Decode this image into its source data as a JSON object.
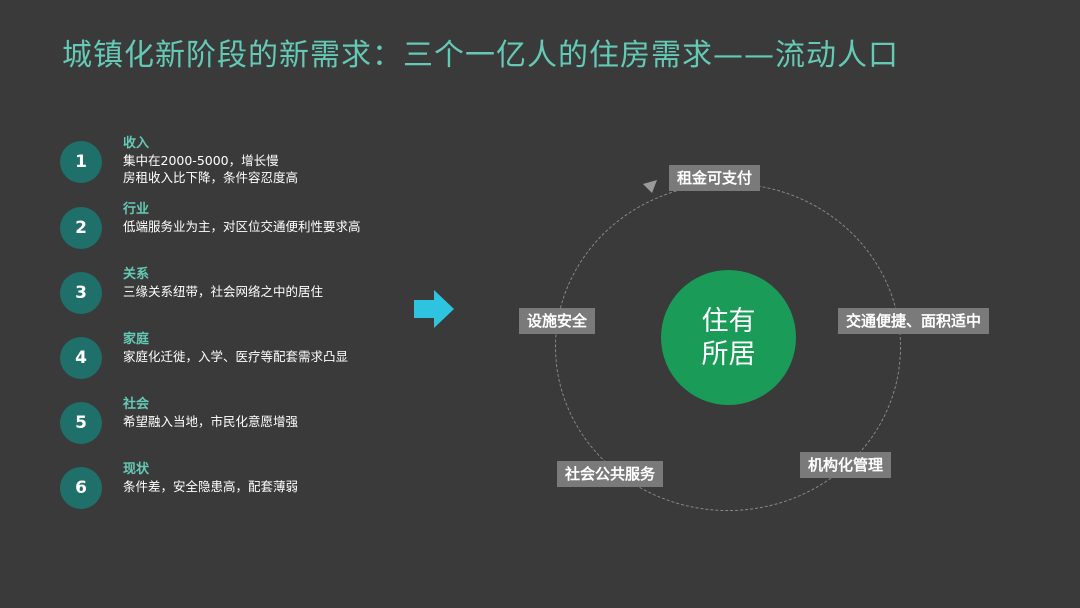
{
  "title": "城镇化新阶段的新需求：三个一亿人的住房需求——流动人口",
  "items": [
    {
      "num": "1",
      "head": "收入",
      "desc": [
        "集中在2000-5000，增长慢",
        "房租收入比下降，条件容忍度高"
      ]
    },
    {
      "num": "2",
      "head": "行业",
      "desc": [
        "低端服务业为主，对区位交通便利性要求高"
      ]
    },
    {
      "num": "3",
      "head": "关系",
      "desc": [
        "三缘关系纽带，社会网络之中的居住"
      ]
    },
    {
      "num": "4",
      "head": "家庭",
      "desc": [
        "家庭化迁徙，入学、医疗等配套需求凸显"
      ]
    },
    {
      "num": "5",
      "head": "社会",
      "desc": [
        "希望融入当地，市民化意愿增强"
      ]
    },
    {
      "num": "6",
      "head": "现状",
      "desc": [
        "条件差，安全隐患高，配套薄弱"
      ]
    }
  ],
  "center": {
    "line1": "住有",
    "line2": "所居"
  },
  "tags": {
    "top": "租金可支付",
    "right": "交通便捷、面积适中",
    "bottom_right": "机构化管理",
    "bottom_left": "社会公共服务",
    "left": "设施安全"
  },
  "colors": {
    "background": "#3a3a3a",
    "accent": "#64c9b5",
    "circle": "#1f6f6b",
    "center": "#1a9b58",
    "tag": "#7a7a7a",
    "arrow": "#2ec4e0"
  }
}
